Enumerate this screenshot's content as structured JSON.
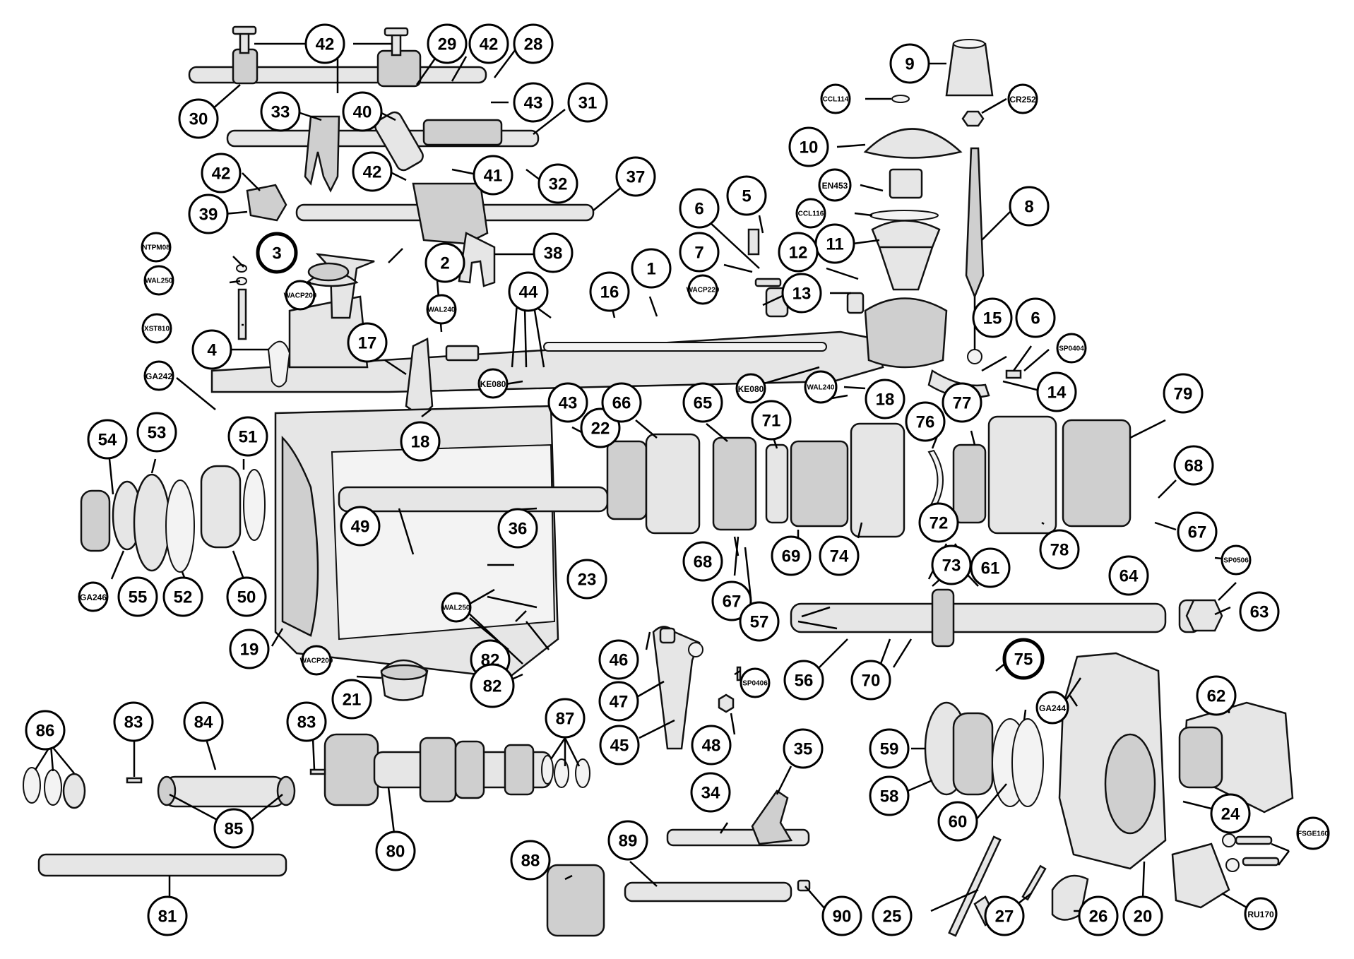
{
  "diagram": {
    "callouts": [
      {
        "id": "42"
      },
      {
        "id": "29"
      },
      {
        "id": "42"
      },
      {
        "id": "28"
      },
      {
        "id": "30"
      },
      {
        "id": "33"
      },
      {
        "id": "40"
      },
      {
        "id": "43"
      },
      {
        "id": "31"
      },
      {
        "id": "42"
      },
      {
        "id": "42"
      },
      {
        "id": "41"
      },
      {
        "id": "32"
      },
      {
        "id": "37"
      },
      {
        "id": "39"
      },
      {
        "id": "38"
      },
      {
        "id": "9"
      },
      {
        "id": "CCL114"
      },
      {
        "id": "CR252"
      },
      {
        "id": "10"
      },
      {
        "id": "EN453"
      },
      {
        "id": "CCL116"
      },
      {
        "id": "11"
      },
      {
        "id": "8"
      },
      {
        "id": "6"
      },
      {
        "id": "5"
      },
      {
        "id": "7"
      },
      {
        "id": "12"
      },
      {
        "id": "WACP220"
      },
      {
        "id": "13"
      },
      {
        "id": "1"
      },
      {
        "id": "16"
      },
      {
        "id": "44"
      },
      {
        "id": "NTPM08"
      },
      {
        "id": "3"
      },
      {
        "id": "2"
      },
      {
        "id": "WAL250"
      },
      {
        "id": "WACP200"
      },
      {
        "id": "XST810"
      },
      {
        "id": "WAL240"
      },
      {
        "id": "4"
      },
      {
        "id": "17"
      },
      {
        "id": "GA242"
      },
      {
        "id": "KE080"
      },
      {
        "id": "43"
      },
      {
        "id": "KE080"
      },
      {
        "id": "WAL240"
      },
      {
        "id": "18"
      },
      {
        "id": "15"
      },
      {
        "id": "6"
      },
      {
        "id": "SP0404"
      },
      {
        "id": "14"
      },
      {
        "id": "54"
      },
      {
        "id": "53"
      },
      {
        "id": "51"
      },
      {
        "id": "18"
      },
      {
        "id": "22"
      },
      {
        "id": "66"
      },
      {
        "id": "65"
      },
      {
        "id": "71"
      },
      {
        "id": "76"
      },
      {
        "id": "77"
      },
      {
        "id": "79"
      },
      {
        "id": "68"
      },
      {
        "id": "GA246"
      },
      {
        "id": "55"
      },
      {
        "id": "52"
      },
      {
        "id": "50"
      },
      {
        "id": "49"
      },
      {
        "id": "36"
      },
      {
        "id": "68"
      },
      {
        "id": "69"
      },
      {
        "id": "74"
      },
      {
        "id": "78"
      },
      {
        "id": "67"
      },
      {
        "id": "72"
      },
      {
        "id": "67"
      },
      {
        "id": "23"
      },
      {
        "id": "73"
      },
      {
        "id": "64"
      },
      {
        "id": "SP0506"
      },
      {
        "id": "63"
      },
      {
        "id": "WAL250"
      },
      {
        "id": "57"
      },
      {
        "id": "19"
      },
      {
        "id": "WACP200"
      },
      {
        "id": "82"
      },
      {
        "id": "46"
      },
      {
        "id": "56"
      },
      {
        "id": "70"
      },
      {
        "id": "75"
      },
      {
        "id": "61"
      },
      {
        "id": "62"
      },
      {
        "id": "21"
      },
      {
        "id": "82"
      },
      {
        "id": "47"
      },
      {
        "id": "SP0406"
      },
      {
        "id": "GA244"
      },
      {
        "id": "86"
      },
      {
        "id": "83"
      },
      {
        "id": "84"
      },
      {
        "id": "83"
      },
      {
        "id": "87"
      },
      {
        "id": "45"
      },
      {
        "id": "48"
      },
      {
        "id": "35"
      },
      {
        "id": "59"
      },
      {
        "id": "58"
      },
      {
        "id": "24"
      },
      {
        "id": "34"
      },
      {
        "id": "85"
      },
      {
        "id": "60"
      },
      {
        "id": "80"
      },
      {
        "id": "89"
      },
      {
        "id": "FSGE160"
      },
      {
        "id": "88"
      },
      {
        "id": "81"
      },
      {
        "id": "90"
      },
      {
        "id": "25"
      },
      {
        "id": "27"
      },
      {
        "id": "26"
      },
      {
        "id": "20"
      },
      {
        "id": "RU170"
      }
    ]
  }
}
